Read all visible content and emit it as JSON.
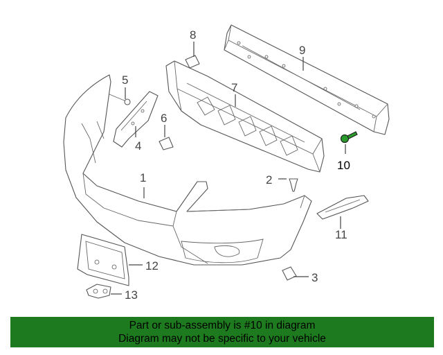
{
  "callouts": [
    {
      "id": "1",
      "text": "1"
    },
    {
      "id": "2",
      "text": "2"
    },
    {
      "id": "3",
      "text": "3"
    },
    {
      "id": "4",
      "text": "4"
    },
    {
      "id": "5",
      "text": "5"
    },
    {
      "id": "6",
      "text": "6"
    },
    {
      "id": "7",
      "text": "7"
    },
    {
      "id": "8",
      "text": "8"
    },
    {
      "id": "9",
      "text": "9"
    },
    {
      "id": "10",
      "text": "10"
    },
    {
      "id": "11",
      "text": "11"
    },
    {
      "id": "12",
      "text": "12"
    },
    {
      "id": "13",
      "text": "13"
    }
  ],
  "highlighted_part": "10",
  "colors": {
    "highlight": "#2a9a2a",
    "banner": "#1e7a1e"
  },
  "banner": {
    "line1": "Part or sub-assembly is #10 in diagram",
    "line2": "Diagram may not be specific to your vehicle"
  }
}
